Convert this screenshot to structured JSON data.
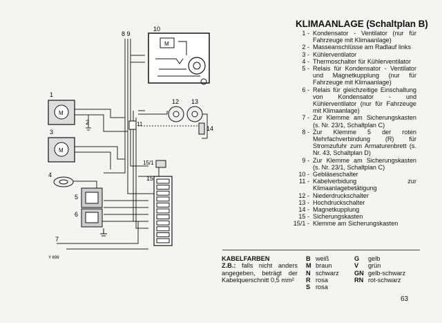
{
  "title": "KLIMAANLAGE (Schaltplan B)",
  "legend": [
    {
      "num": "1 -",
      "text": "Kondensator - Ventilator (nur für Fahrzeuge mit Klimaanlage)"
    },
    {
      "num": "2 -",
      "text": "Masseanschlüsse am Radlauf links"
    },
    {
      "num": "3 -",
      "text": "Kühlerventilator"
    },
    {
      "num": "4 -",
      "text": "Thermoschalter für Kühlerventilator"
    },
    {
      "num": "5 -",
      "text": "Relais für Kondensator - Ventilator und Magnetkupplung (nur für Fahrzeuge mit Klimaanlage)"
    },
    {
      "num": "6 -",
      "text": "Relais für gleichzeitige Einschaltung von Kondensator - und Kühlerventilator (nur für Fahrzeuge mit Klimaanlage)"
    },
    {
      "num": "7 -",
      "text": "Zur Klemme am Sicherungskasten (s. Nr. 23/1, Schaltplan C)"
    },
    {
      "num": "8 -",
      "text": "Zur Klemme 5 der roten Mehrfachverbindung (R) für Stromzufuhr zum Armaturenbrett (s. Nr. 43, Schaltplan D)"
    },
    {
      "num": "9 -",
      "text": "Zur Klemme am Sicherungskasten (s. Nr. 23/1, Schaltplan C)"
    },
    {
      "num": "10 -",
      "text": "Gebläseschalter"
    },
    {
      "num": "11 -",
      "text": "Kabelverbidung zur Klimaanlagebetätigung"
    },
    {
      "num": "12 -",
      "text": "Niederdruckschalter"
    },
    {
      "num": "13 -",
      "text": "Hochdruckschalter"
    },
    {
      "num": "14 -",
      "text": "Magnetkupplung"
    },
    {
      "num": "15 -",
      "text": "Sicherungskasten"
    },
    {
      "num": "15/1 -",
      "text": "Klemme am Sicherungskasten"
    }
  ],
  "kabelfarben": {
    "heading": "KABELFARBEN",
    "example_label": "Z.B.:",
    "example_text": "falls nicht anders angegeben, beträgt der Kabelquerschnitt 0,5 mm²",
    "colors_col1": [
      {
        "code": "B",
        "name": "weiß"
      },
      {
        "code": "M",
        "name": "braun"
      },
      {
        "code": "N",
        "name": "schwarz"
      },
      {
        "code": "R",
        "name": "rosa"
      },
      {
        "code": "S",
        "name": "rosa"
      }
    ],
    "colors_col2": [
      {
        "code": "G",
        "name": "gelb"
      },
      {
        "code": "V",
        "name": "grün"
      },
      {
        "code": "GN",
        "name": "gelb-schwarz"
      },
      {
        "code": "RN",
        "name": "rot-schwarz"
      }
    ]
  },
  "page_number": "63",
  "diagram": {
    "labels": {
      "n1": "1",
      "n2": "2",
      "n3": "3",
      "n4": "4",
      "n5": "5",
      "n6": "6",
      "n7": "7",
      "n8_9": "8 9",
      "n10": "10",
      "n11": "11",
      "n12": "12",
      "n13": "13",
      "n14": "14",
      "n15": "15",
      "n15_1": "15/1",
      "motor_symbol": "M",
      "figure_code": "Y 699"
    }
  }
}
